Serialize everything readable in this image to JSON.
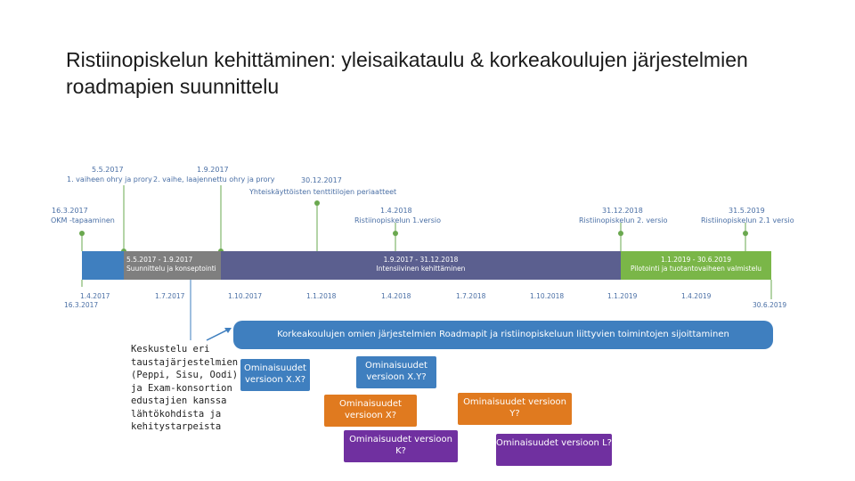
{
  "title": "Ristiinopiskelun kehittäminen: yleisaikataulu & korkeakoulujen järjestelmien roadmapien suunnittelu",
  "milestones": {
    "m1": {
      "date": "5.5.2017",
      "text": "1. vaiheen ohry ja prory"
    },
    "m2": {
      "date": "1.9.2017",
      "text": "2. vaihe, laajennettu ohry ja prory"
    },
    "m3": {
      "date": "30.12.2017",
      "text": "Yhteiskäyttöisten tenttitilojen periaatteet"
    },
    "m4": {
      "date": "16.3.2017",
      "text": "OKM -tapaaminen"
    },
    "m5": {
      "date": "1.4.2018",
      "text": "Ristiinopiskelun 1.versio"
    },
    "m6": {
      "date": "31.12.2018",
      "text": "Ristiinopiskelun 2. versio"
    },
    "m7": {
      "date": "31.5.2019",
      "text": "Ristiinopiskelun 2.1 versio"
    }
  },
  "phases": [
    {
      "dates": "5.5.2017 - 1.9.2017",
      "label": "Suunnittelu ja konseptointi"
    },
    {
      "dates": "1.9.2017 - 31.12.2018",
      "label": "Intensiivinen kehittäminen"
    },
    {
      "dates": "1.1.2019 - 30.6.2019",
      "label": "Pilotointi ja tuotantovaiheen valmistelu"
    }
  ],
  "axis": {
    "start_top": "1.4.2017",
    "start_bottom": "16.3.2017",
    "ticks": [
      "1.7.2017",
      "1.10.2017",
      "1.1.2018",
      "1.4.2018",
      "1.7.2018",
      "1.10.2018",
      "1.1.2019",
      "1.4.2019"
    ],
    "end": "30.6.2019"
  },
  "banner": "Korkeakoulujen omien järjestelmien Roadmapit ja ristiinopiskeluun liittyvien toimintojen sijoittaminen",
  "note_lines": [
    "Keskustelu eri",
    "taustajärjestelmien",
    "(Peppi, Sisu, Oodi)",
    "ja Exam-konsortion",
    "edustajien kanssa",
    "lähtökohdista ja",
    "kehitystarpeista"
  ],
  "boxes": {
    "b1": "Ominaisuudet versioon X.X?",
    "b2": "Ominaisuudet versioon X.Y?",
    "b3": "Ominaisuudet versioon X?",
    "b4": "Ominaisuudet versioon Y?",
    "b5": "Ominaisuudet versioon K?",
    "b6": "Ominaisuudet versioon L?"
  },
  "colors": {
    "blue": "#3f7fbf",
    "slate": "#5b5f8f",
    "green": "#7ab648",
    "orange": "#e07a1f",
    "purple": "#7030a0",
    "milestone": "#6aa84f"
  }
}
